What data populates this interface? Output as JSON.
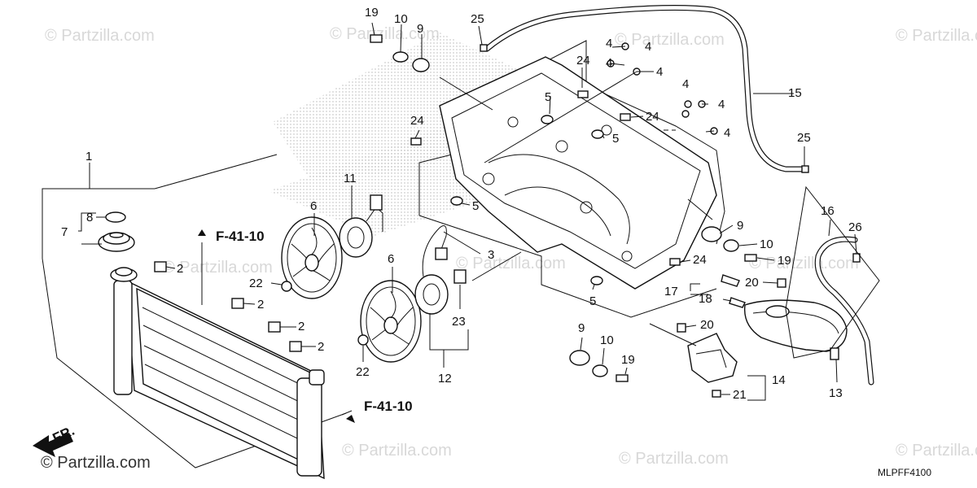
{
  "watermark": {
    "text": "© Partzilla.com",
    "footer_text": "© Partzilla.com"
  },
  "diagram_code": "MLPFF4100",
  "direction_marker": "FR.",
  "reference_labels": [
    "F-41-10",
    "F-41-10"
  ],
  "callouts": [
    {
      "id": "c1",
      "text": "1"
    },
    {
      "id": "c2a",
      "text": "2"
    },
    {
      "id": "c2b",
      "text": "2"
    },
    {
      "id": "c2c",
      "text": "2"
    },
    {
      "id": "c2d",
      "text": "2"
    },
    {
      "id": "c3",
      "text": "3"
    },
    {
      "id": "c4a",
      "text": "4"
    },
    {
      "id": "c4b",
      "text": "4"
    },
    {
      "id": "c4c",
      "text": "4"
    },
    {
      "id": "c4d",
      "text": "4"
    },
    {
      "id": "c4e",
      "text": "4"
    },
    {
      "id": "c4f",
      "text": "4"
    },
    {
      "id": "c4g",
      "text": "4"
    },
    {
      "id": "c5a",
      "text": "5"
    },
    {
      "id": "c5b",
      "text": "5"
    },
    {
      "id": "c5c",
      "text": "5"
    },
    {
      "id": "c5d",
      "text": "5"
    },
    {
      "id": "c6a",
      "text": "6"
    },
    {
      "id": "c6b",
      "text": "6"
    },
    {
      "id": "c7",
      "text": "7"
    },
    {
      "id": "c8",
      "text": "8"
    },
    {
      "id": "c9a",
      "text": "9"
    },
    {
      "id": "c9b",
      "text": "9"
    },
    {
      "id": "c9c",
      "text": "9"
    },
    {
      "id": "c10a",
      "text": "10"
    },
    {
      "id": "c10b",
      "text": "10"
    },
    {
      "id": "c10c",
      "text": "10"
    },
    {
      "id": "c11",
      "text": "11"
    },
    {
      "id": "c12",
      "text": "12"
    },
    {
      "id": "c13",
      "text": "13"
    },
    {
      "id": "c14",
      "text": "14"
    },
    {
      "id": "c15",
      "text": "15"
    },
    {
      "id": "c16",
      "text": "16"
    },
    {
      "id": "c17",
      "text": "17"
    },
    {
      "id": "c18",
      "text": "18"
    },
    {
      "id": "c19a",
      "text": "19"
    },
    {
      "id": "c19b",
      "text": "19"
    },
    {
      "id": "c19c",
      "text": "19"
    },
    {
      "id": "c20a",
      "text": "20"
    },
    {
      "id": "c20b",
      "text": "20"
    },
    {
      "id": "c21",
      "text": "21"
    },
    {
      "id": "c22a",
      "text": "22"
    },
    {
      "id": "c22b",
      "text": "22"
    },
    {
      "id": "c23",
      "text": "23"
    },
    {
      "id": "c24a",
      "text": "24"
    },
    {
      "id": "c24b",
      "text": "24"
    },
    {
      "id": "c24c",
      "text": "24"
    },
    {
      "id": "c24d",
      "text": "24"
    },
    {
      "id": "c25a",
      "text": "25"
    },
    {
      "id": "c25b",
      "text": "25"
    },
    {
      "id": "c26",
      "text": "26"
    }
  ]
}
